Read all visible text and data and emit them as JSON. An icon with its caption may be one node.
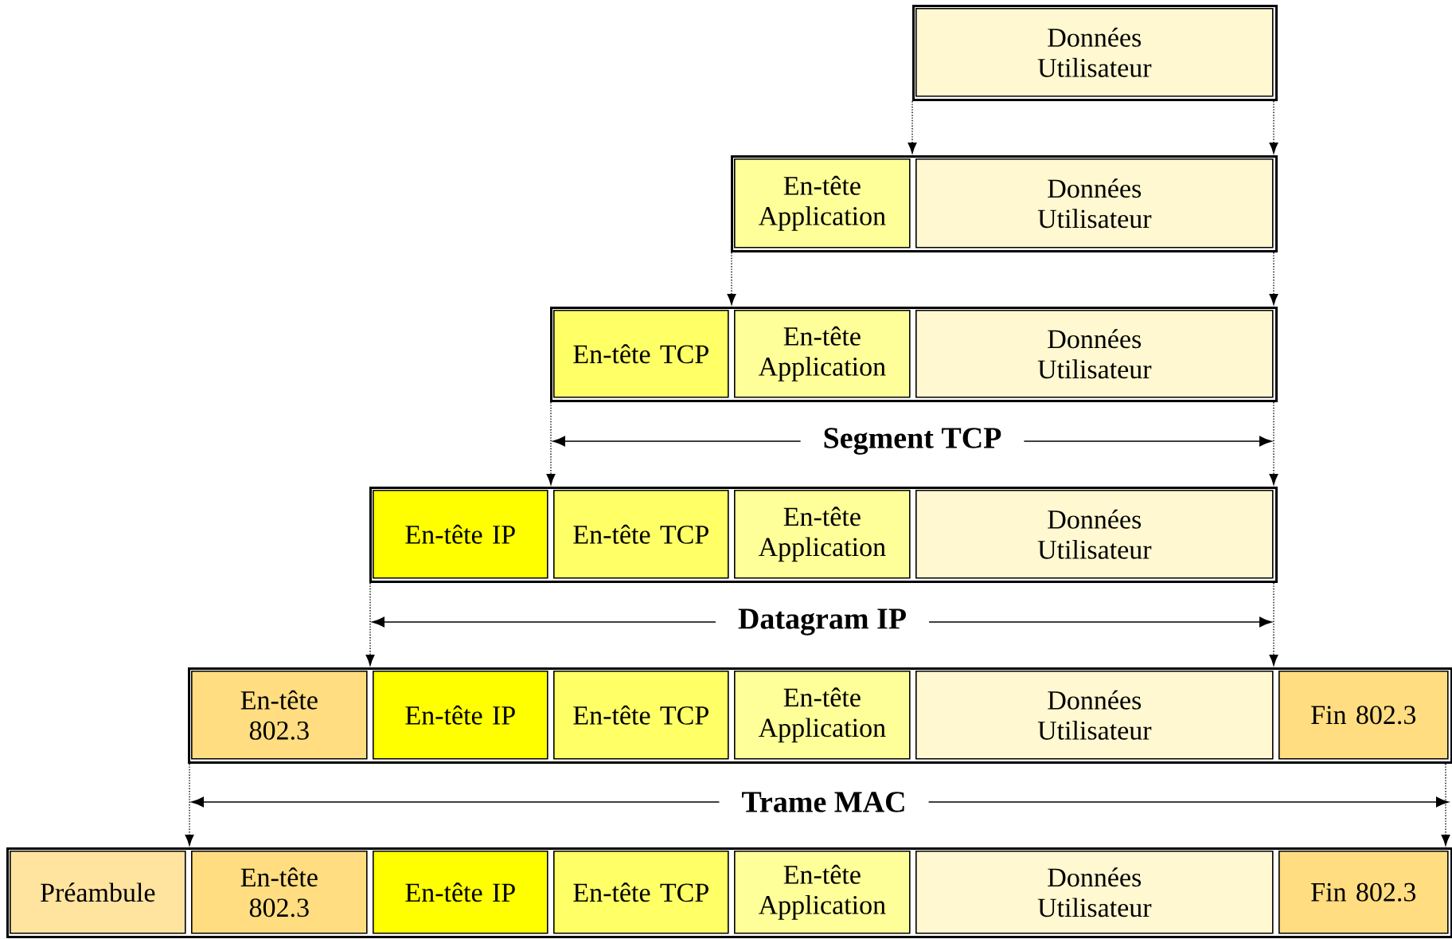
{
  "diagram": {
    "nodes": [
      {
        "text": [],
        "shape": "box"
      },
      {
        "text": [
          "Données Utilisateur"
        ],
        "in": 0
      },
      {
        "text": [],
        "shape": "box"
      },
      {
        "text": [
          "En-tête Application"
        ],
        "in": 2
      },
      {
        "text": [
          "Données Utilisateur"
        ],
        "in": 2
      },
      {
        "text": [],
        "shape": "box"
      },
      {
        "text": [
          "En-tête TCP"
        ],
        "in": 5
      },
      {
        "text": [
          "En-tête Application"
        ],
        "in": 5
      },
      {
        "text": [
          "Données Utilisateur"
        ],
        "in": 5
      },
      {
        "text": [],
        "shape": "box"
      },
      {
        "text": [
          "En-tête IP"
        ],
        "in": 9
      },
      {
        "text": [
          "En-tête TCP"
        ],
        "in": 9
      },
      {
        "text": [
          "En-tête Application"
        ],
        "in": 9
      },
      {
        "text": [
          "Données Utilisateur"
        ],
        "in": 9
      },
      {
        "text": [],
        "shape": "box"
      },
      {
        "text": [
          "En-tête 802.3"
        ],
        "in": 14
      },
      {
        "text": [
          "En-tête IP"
        ],
        "in": 14
      },
      {
        "text": [
          "En-tête TCP"
        ],
        "in": 14
      },
      {
        "text": [
          "En-tête Application"
        ],
        "in": 14
      },
      {
        "text": [
          "Données Utilisateur"
        ],
        "in": 14
      },
      {
        "text": [
          "Fin 802.3"
        ],
        "in": 14
      },
      {
        "text": [],
        "shape": "box"
      },
      {
        "text": [
          "Préambule"
        ],
        "in": 21
      },
      {
        "text": [
          "En-tête 802.3"
        ],
        "in": 21
      },
      {
        "text": [
          "En-tête IP"
        ],
        "in": 21
      },
      {
        "text": [
          "En-tête TCP"
        ],
        "in": 21
      },
      {
        "text": [
          "En-tête Application"
        ],
        "in": 21
      },
      {
        "text": [
          "Données Utilisateur"
        ],
        "in": 21
      },
      {
        "text": [
          "Fin 802.3"
        ],
        "in": 21
      }
    ],
    "edges": [
      {
        "from": 0,
        "to": 2,
        "arrow": "to",
        "style": "dashed"
      },
      {
        "from": 0,
        "to": 2,
        "arrow": "to",
        "style": "dashed"
      },
      {
        "from": 2,
        "to": 5,
        "arrow": "to",
        "style": "dashed"
      },
      {
        "from": 2,
        "to": 5,
        "arrow": "to",
        "style": "dashed"
      },
      {
        "from": 5,
        "to": 9,
        "arrow": "to",
        "style": "dashed"
      },
      {
        "from": 5,
        "to": 9,
        "arrow": "to",
        "style": "dashed"
      },
      {
        "from": 9,
        "to": 14,
        "arrow": "to",
        "style": "dashed"
      },
      {
        "from": 9,
        "to": 14,
        "arrow": "to",
        "style": "dashed"
      },
      {
        "from": 14,
        "to": 21,
        "arrow": "to",
        "style": "dashed"
      },
      {
        "from": 14,
        "to": 21,
        "arrow": "to",
        "style": "dashed"
      }
    ],
    "labels": [
      "Segment TCP",
      "Datagram IP",
      "Trame MAC"
    ]
  }
}
